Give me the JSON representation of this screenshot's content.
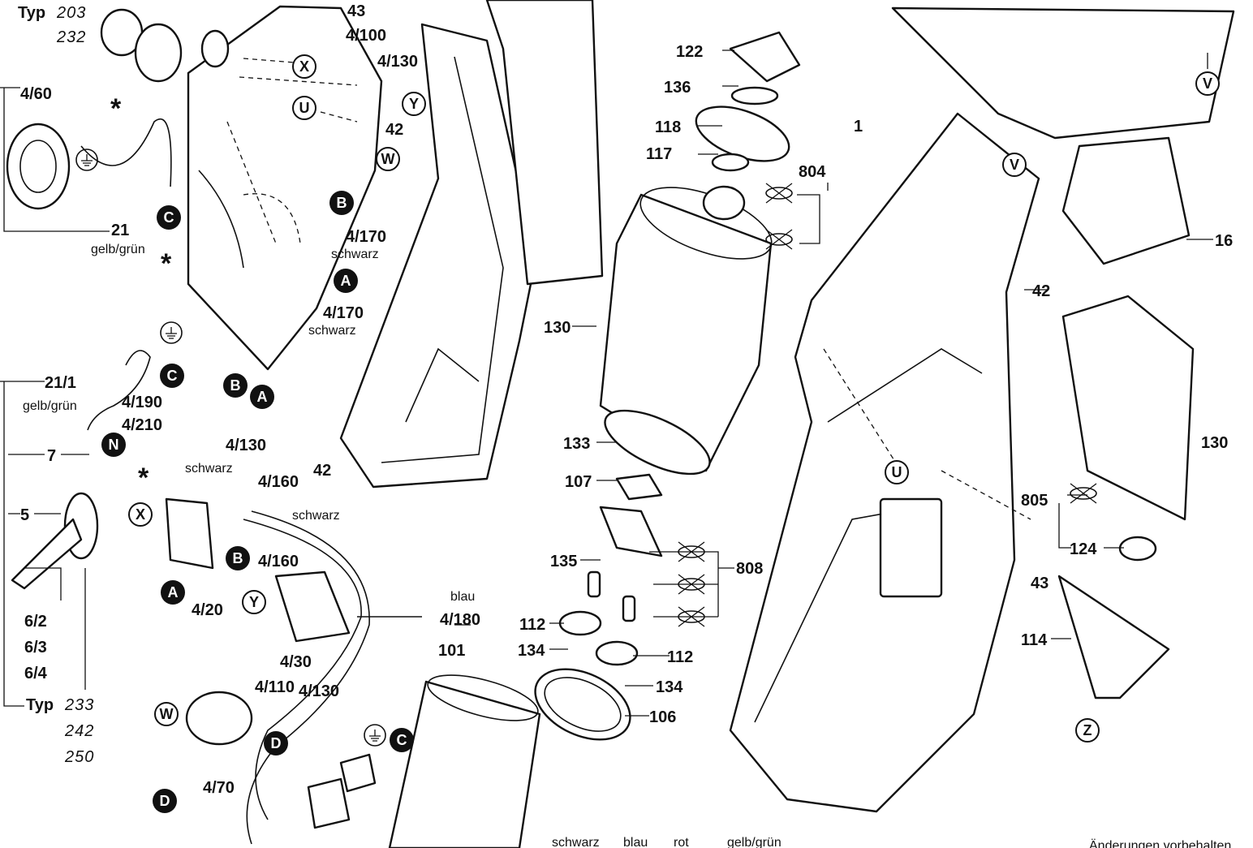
{
  "diagram": {
    "left_labels": {
      "typ_top": "Typ",
      "typ_top_nums": [
        "203",
        "232"
      ],
      "typ_bottom": "Typ",
      "typ_bottom_nums": [
        "233",
        "242",
        "250"
      ],
      "bracket_6": [
        "6/2",
        "6/3",
        "6/4"
      ]
    },
    "part_labels": [
      "43",
      "4/100",
      "4/130",
      "42",
      "4/60",
      "21",
      "4/170",
      "4/170",
      "21/1",
      "4/190",
      "4/210",
      "4/130",
      "7",
      "5",
      "4/160",
      "4/160",
      "4/20",
      "4/180",
      "4/30",
      "4/110",
      "4/130",
      "4/70",
      "101",
      "42",
      "122",
      "136",
      "118",
      "117",
      "804",
      "1",
      "130",
      "133",
      "107",
      "135",
      "808",
      "112",
      "112",
      "134",
      "134",
      "106",
      "42",
      "16",
      "130",
      "805",
      "124",
      "43",
      "114"
    ],
    "wire_labels": [
      "gelb/grün",
      "schwarz",
      "schwarz",
      "gelb/grün",
      "schwarz",
      "schwarz",
      "blau"
    ],
    "badges": [
      "X",
      "Y",
      "U",
      "W",
      "B",
      "C",
      "A",
      "C",
      "B",
      "A",
      "N",
      "X",
      "B",
      "A",
      "Y",
      "W",
      "D",
      "C",
      "D",
      "U",
      "V",
      "V",
      "Z"
    ],
    "bottom_legend": [
      "schwarz",
      "blau",
      "rot",
      "gelb/grün"
    ],
    "footer_note": "Änderungen vorbehalten"
  }
}
